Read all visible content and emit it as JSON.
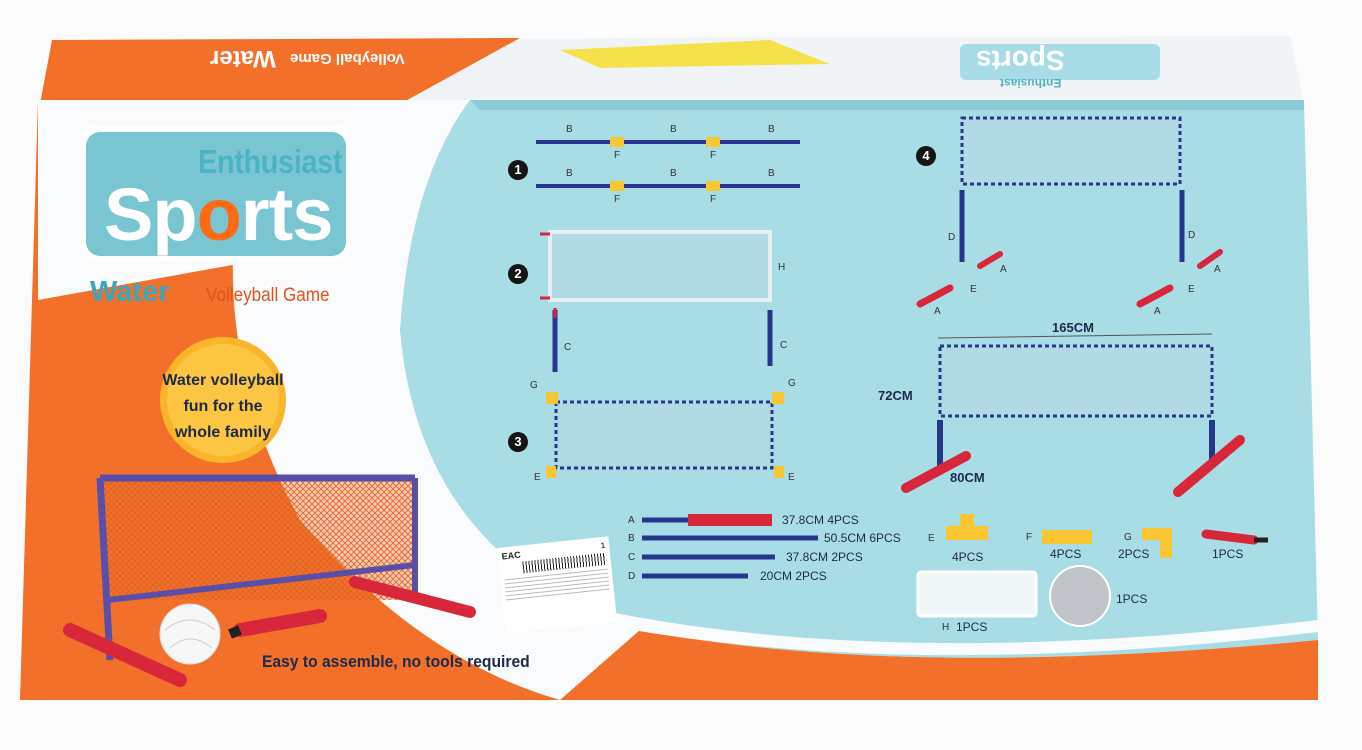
{
  "brand": {
    "small": "Enthusiast",
    "big_prefix": "Sp",
    "big_o": "o",
    "big_suffix": "rts",
    "product_bold": "Water",
    "product_rest": "Volleyball Game",
    "tagline": "Water volleyball fun for the whole family",
    "footer": "Easy to assemble, no tools required",
    "top_flap_small": "Water",
    "top_flap_big": "Volleyball Game",
    "top_flap_logo": "Sports",
    "top_flap_logo_small": "Enthusiast"
  },
  "colors": {
    "orange": "#f2702a",
    "teal": "#a7dce6",
    "teal_dark": "#4bb3c4",
    "navy": "#26368b",
    "red": "#d8263a",
    "yellow": "#f9c733",
    "text": "#1d2a4a"
  },
  "steps": {
    "s1": "1",
    "s2": "2",
    "s3": "3",
    "s4": "4",
    "B": "B",
    "F": "F",
    "H": "H",
    "C": "C",
    "G": "G",
    "E": "E",
    "D": "D",
    "A": "A"
  },
  "dimensions": {
    "width": "165CM",
    "height": "72CM",
    "depth": "80CM"
  },
  "parts": [
    {
      "key": "A",
      "desc": "37.8CM 4PCS"
    },
    {
      "key": "B",
      "desc": "50.5CM 6PCS"
    },
    {
      "key": "C",
      "desc": "37.8CM 2PCS"
    },
    {
      "key": "D",
      "desc": "20CM 2PCS"
    }
  ],
  "connectors": [
    {
      "key": "E",
      "qty": "4PCS"
    },
    {
      "key": "F",
      "qty": "4PCS"
    },
    {
      "key": "G",
      "qty": "2PCS"
    },
    {
      "key": "",
      "qty": "1PCS"
    }
  ],
  "net_part": {
    "key": "H",
    "qty": "1PCS"
  },
  "ball_part": {
    "qty": "1PCS"
  },
  "label_tag": {
    "mark": "EAC",
    "num": "1"
  }
}
